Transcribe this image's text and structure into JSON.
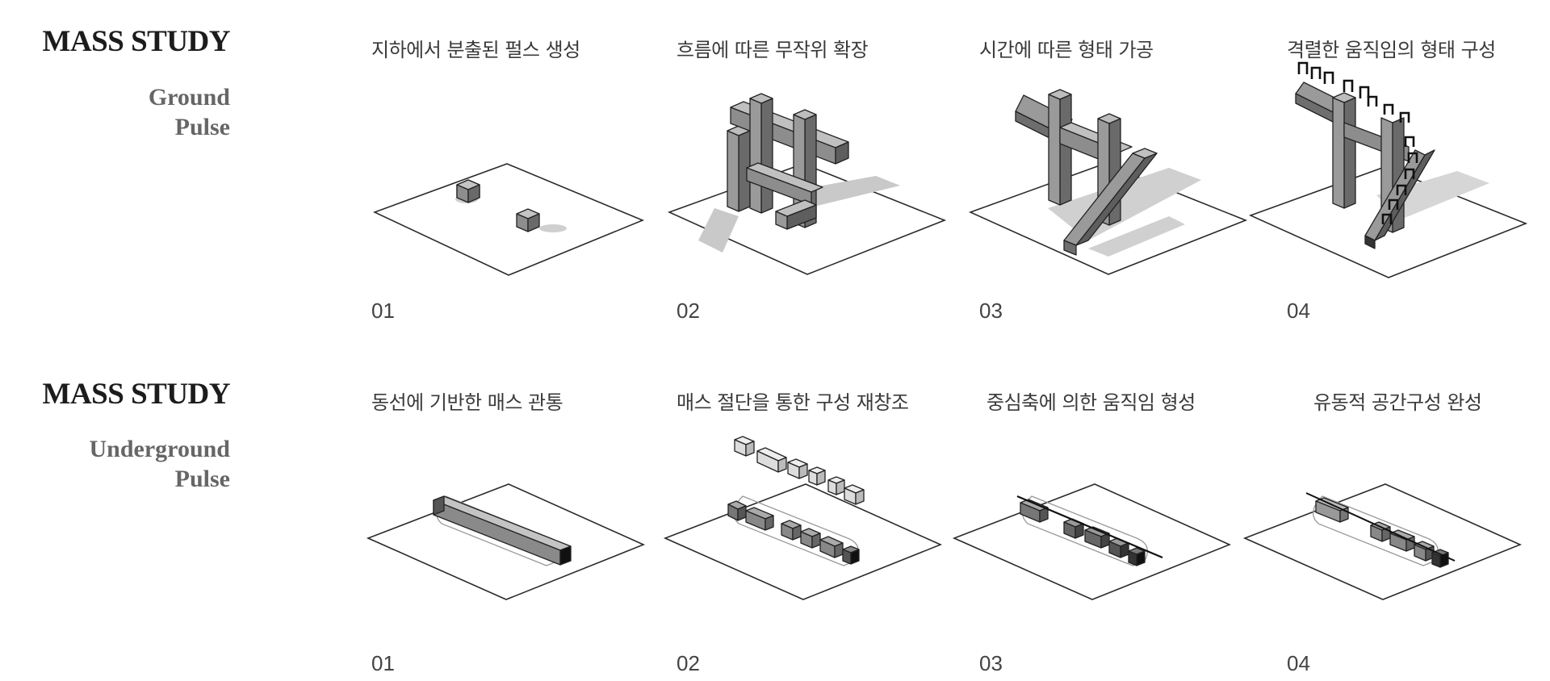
{
  "sections": [
    {
      "title": "MASS STUDY",
      "subtitle": [
        "Ground",
        "Pulse"
      ],
      "steps": [
        {
          "caption": "지하에서 분출된 펄스 생성",
          "number": "01"
        },
        {
          "caption": "흐름에 따른 무작위 확장",
          "number": "02"
        },
        {
          "caption": "시간에 따른 형태 가공",
          "number": "03"
        },
        {
          "caption": "격렬한 움직임의 형태 구성",
          "number": "04"
        }
      ]
    },
    {
      "title": "MASS STUDY",
      "subtitle": [
        "Underground",
        "Pulse"
      ],
      "steps": [
        {
          "caption": "동선에 기반한 매스 관통",
          "number": "01"
        },
        {
          "caption": "매스 절단을 통한 구성 재창조",
          "number": "02"
        },
        {
          "caption": "중심축에 의한 움직임 형성",
          "number": "03"
        },
        {
          "caption": "유동적 공간구성 완성",
          "number": "04"
        }
      ]
    }
  ]
}
